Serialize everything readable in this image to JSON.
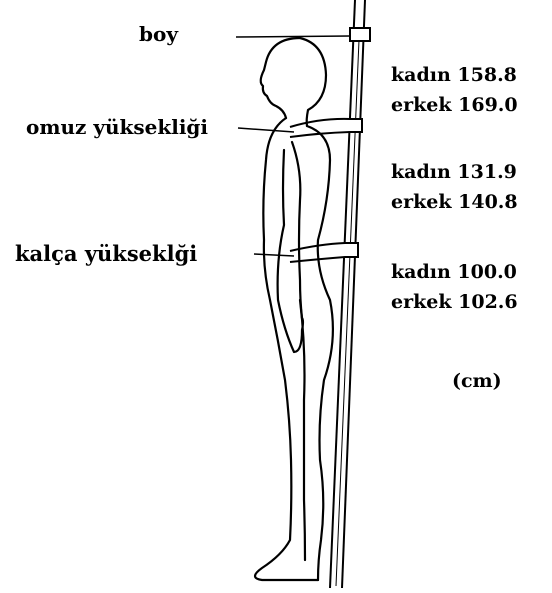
{
  "labels": {
    "height": "boy",
    "shoulder_height": "omuz yüksekliği",
    "hip_height": "kalça yükseklği"
  },
  "measurements": {
    "height": {
      "female": "kadın 158.8",
      "male": "erkek 169.0"
    },
    "shoulder_height": {
      "female": "kadın 131.9",
      "male": "erkek 140.8"
    },
    "hip_height": {
      "female": "kadın 100.0",
      "male": "erkek 102.6"
    }
  },
  "unit": "(cm)"
}
